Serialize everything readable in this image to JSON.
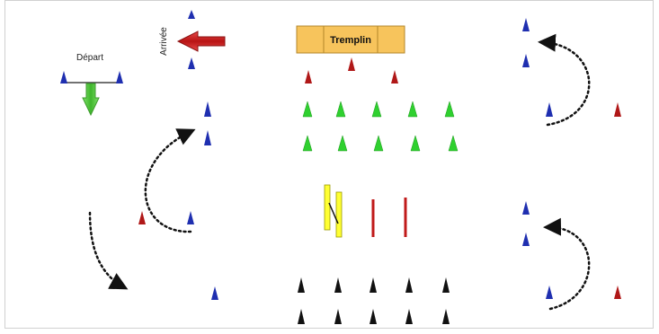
{
  "labels": {
    "start": "Départ",
    "finish": "Arrivée",
    "ramp": "Tremplin"
  },
  "colors": {
    "blue_cone": "#1f2fb0",
    "red_cone": "#b01818",
    "green_cone": "#2fd02f",
    "black_cone": "#111111",
    "ramp_fill": "#f7c45c",
    "ramp_stroke": "#b38628",
    "yellow_bar": "#ffff33",
    "red_bar": "#c01a1a",
    "start_arrow": "#5ccc45",
    "finish_arrow": "#d62222",
    "path": "#111111"
  }
}
